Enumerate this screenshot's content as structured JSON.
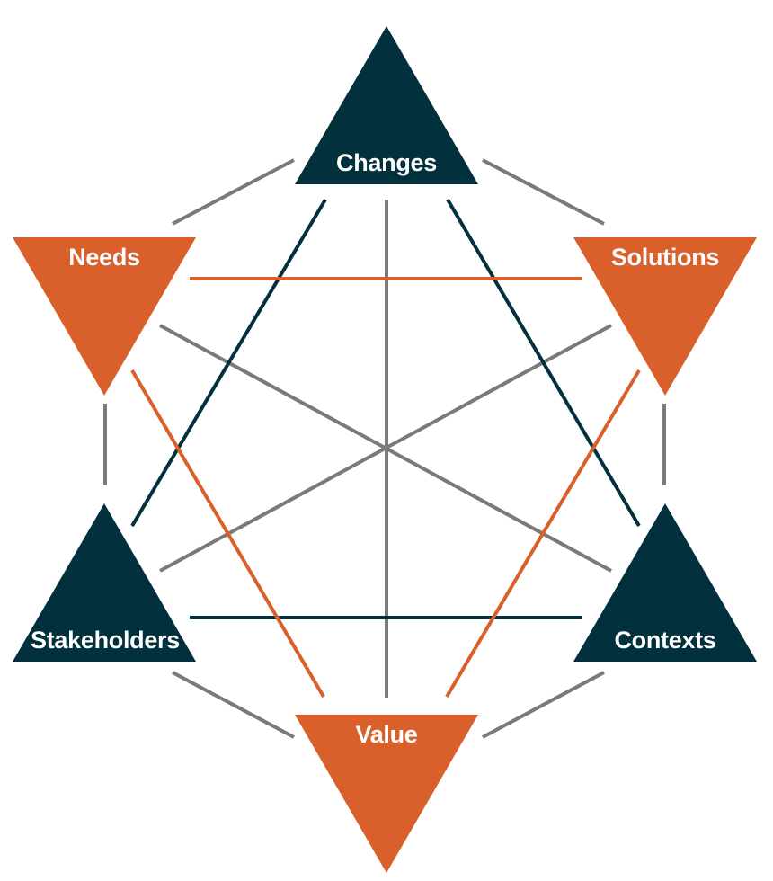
{
  "colors": {
    "dark": "#02313d",
    "orange": "#d95f2b",
    "gray": "#7a7a7a",
    "background": "#ffffff"
  },
  "nodes": {
    "changes": {
      "label": "Changes"
    },
    "needs": {
      "label": "Needs"
    },
    "solutions": {
      "label": "Solutions"
    },
    "stakeholders": {
      "label": "Stakeholders"
    },
    "contexts": {
      "label": "Contexts"
    },
    "value": {
      "label": "Value"
    }
  }
}
